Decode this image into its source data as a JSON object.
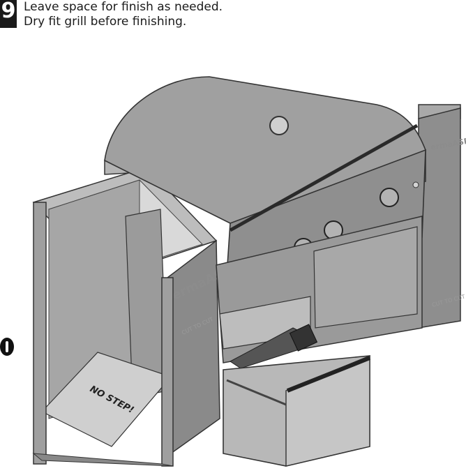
{
  "step": {
    "number": "9",
    "line1": "Leave space for finish as needed.",
    "line2": "Dry fit grill before finishing."
  },
  "illustration": {
    "floor_label": "NO STEP!",
    "brand_mark": "ermaASE",
    "cut_text_left": "CUT TO CUT",
    "cut_text_right": "CUT TO CUT",
    "callout_icon": "warning-info-icon"
  }
}
